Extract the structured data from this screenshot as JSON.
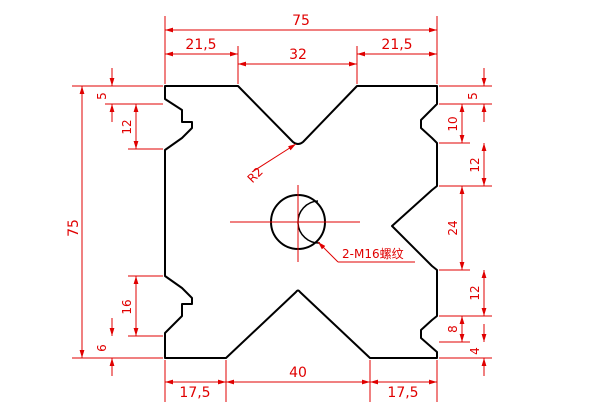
{
  "colors": {
    "outline": "#000000",
    "dimension": "#e00000",
    "background": "#ffffff"
  },
  "dimensions": {
    "top_overall": "75",
    "top_left": "21,5",
    "top_middle": "32",
    "top_right": "21,5",
    "left_overall": "75",
    "left_top": "5",
    "left_upper_slot": "12",
    "left_lower_slot": "16",
    "left_bottom": "6",
    "right_top": "5",
    "right_upper_slot": "10",
    "right_upper_step": "12",
    "right_middle": "24",
    "right_lower_step": "12",
    "right_lower_slot": "8",
    "right_bottom": "4",
    "bottom_left": "17,5",
    "bottom_middle": "40",
    "bottom_right": "17,5"
  },
  "annotations": {
    "radius": "R2",
    "thread": "2-M16螺纹"
  }
}
